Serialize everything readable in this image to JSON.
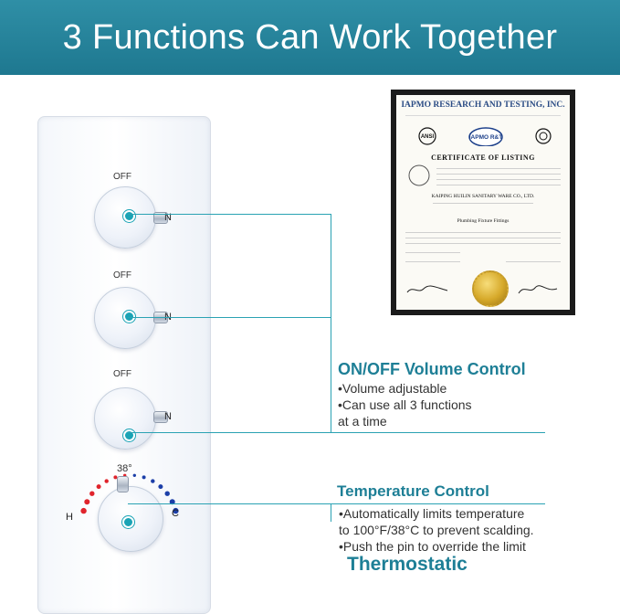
{
  "banner": {
    "title": "3 Functions Can Work Together",
    "color": "#1e7890"
  },
  "panel": {
    "off_label_1": "OFF",
    "off_label_2": "OFF",
    "off_label_3": "OFF",
    "on_label_1": "N",
    "on_label_2": "N",
    "on_label_3": "N",
    "temp_label": "38°",
    "hot_label": "H",
    "cold_label": "C"
  },
  "certificate": {
    "org": "IAPMO RESEARCH AND TESTING, INC.",
    "heading": "CERTIFICATE OF LISTING",
    "company": "KAIPING HUILIN SANITARY WARE CO., LTD.",
    "product": "Plumbing Fixture Fittings",
    "logo_ansi": "ANSI",
    "logo_iapmo": "IAPMO R&T"
  },
  "volume_section": {
    "title": "ON/OFF Volume Control",
    "line1": "•Volume adjustable",
    "line2": "•Can use all 3 functions",
    "line3": "at a time"
  },
  "temperature_section": {
    "title": "Temperature Control",
    "line1": "•Automatically limits temperature",
    "line2": "to 100°F/38°C to prevent scalding.",
    "line3": "•Push the pin to override the limit",
    "subtitle": "Thermostatic"
  },
  "colors": {
    "accent": "#1e7f96",
    "line": "#2aa2b3",
    "hot": "#e0242c",
    "cold": "#1c3fa8"
  }
}
